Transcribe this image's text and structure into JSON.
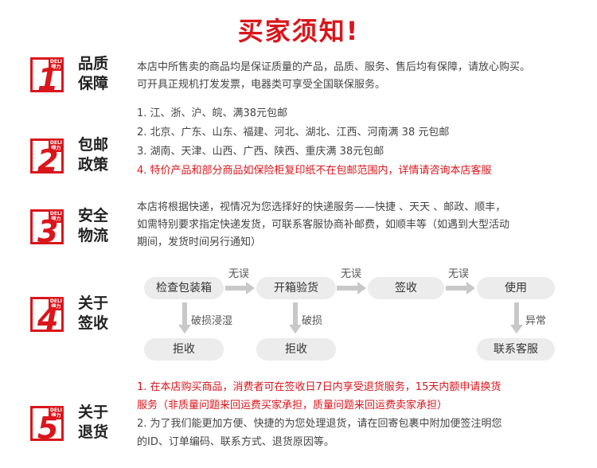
{
  "title": "买家须知!",
  "sections": [
    {
      "num": "1",
      "tag": "DELI\n得力",
      "heading": [
        "品质",
        "保障"
      ],
      "lines": [
        "本店中所售卖的商品均是保证质量的产品，品质、服务、售后均有保障，请放心购买。",
        "可开具正规机打发发票，电器类可享受全国联保服务。"
      ]
    },
    {
      "num": "2",
      "tag": "DELI\n得力",
      "heading": [
        "包邮",
        "政策"
      ],
      "lines": [
        "1.  江、浙、沪、皖、满38元包邮",
        "2.  北京、广东、山东、福建、河北、湖北、江西、河南满 38 元包邮",
        "3.  湖南、天津、山西、广西、陕西、重庆满 38元包邮",
        "4.  特价产品和部分商品如保险柜复印纸不在包邮范围内，详情请咨询本店客服"
      ]
    },
    {
      "num": "3",
      "tag": "DELI\n得力",
      "heading": [
        "安全",
        "物流"
      ],
      "lines": [
        "本店将根据快递，视情况为您选择好的快递服务——快捷 、天天 、邮政、顺丰，",
        "如需特别要求指定快递发货，可联系客服协商补邮费，如顺丰等（如遇到大型活动",
        "期间，发货时间另行通知）"
      ]
    },
    {
      "num": "4",
      "tag": "DELI\n得力",
      "heading": [
        "关于",
        "签收"
      ]
    },
    {
      "num": "5",
      "tag": "DELI\n得力",
      "heading": [
        "关于",
        "退货"
      ],
      "lines": [
        "1.  在本店购买商品，消费者可在签收日7日内享受退货服务，15天内额申请换货",
        "服务（非质量问题来回运费买家承担，质量问题来回运费卖家承担）",
        "2.  为了我们能更加方便、快捷的为您处理退货，请在回寄包裹中附加便签注明您",
        "的ID、订单编码、联系方式、退货原因等。"
      ]
    }
  ],
  "flow": {
    "steps": [
      "检查包装箱",
      "开箱验货",
      "签收",
      "使用"
    ],
    "ok_label": "无误",
    "branches": [
      {
        "label": "破损浸湿",
        "result": "拒收"
      },
      {
        "label": "破损",
        "result": "拒收"
      },
      {
        "label": "异常",
        "result": "联系客服"
      }
    ]
  },
  "colors": {
    "accent": "#d9161c",
    "pill": "#ececec",
    "arrow": "#c8c8c8"
  }
}
